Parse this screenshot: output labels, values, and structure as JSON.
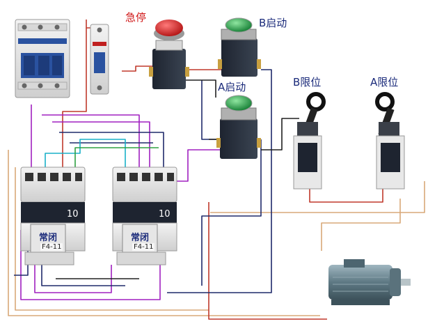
{
  "labels": {
    "emergency_stop": "急停",
    "b_start": "B启动",
    "a_start": "A启动",
    "b_limit": "B限位",
    "a_limit": "A限位"
  },
  "contactor_1": {
    "model_number": "10",
    "aux_block_label": "常闭",
    "aux_model": "F4-11"
  },
  "contactor_2": {
    "model_number": "10",
    "aux_block_label": "常闭",
    "aux_model": "F4-11"
  },
  "colors": {
    "label_blue": "#1a2a7a",
    "label_red": "#d01818",
    "stop_button": "#d62020",
    "start_button": "#20a040",
    "wire_red": "#c0392b",
    "wire_purple": "#a020c0",
    "wire_navy": "#1f2a6a",
    "wire_cyan": "#18b0c8",
    "wire_green": "#2ea040",
    "wire_tan": "#d8a878",
    "wire_black": "#202020",
    "motor": "#6a8590"
  }
}
